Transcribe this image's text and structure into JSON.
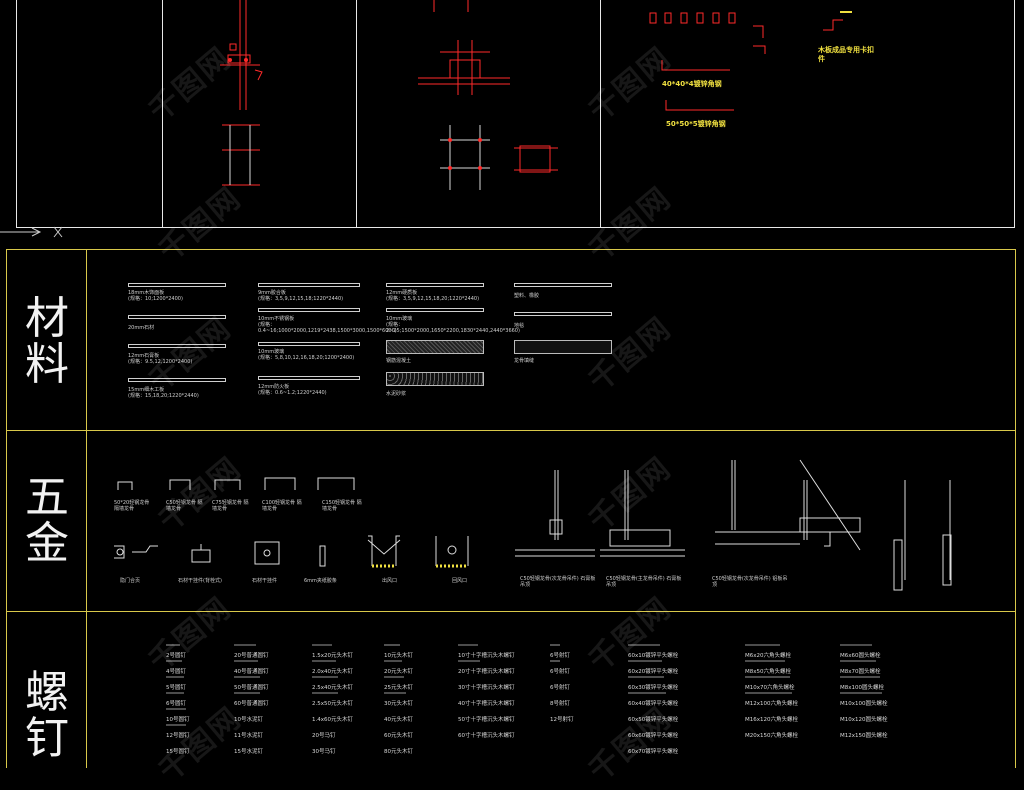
{
  "sections": {
    "materials": "材料",
    "hardware_line1": "五",
    "hardware_line2": "金",
    "screws_line1": "螺",
    "screws_line2": "钉"
  },
  "top_labels": {
    "wood_clip": "木板成品专用卡扣件",
    "angle_40": "40*40*4镀锌角钢",
    "angle_50": "50*50*5镀锌角钢"
  },
  "materials": [
    {
      "title": "18mm木饰面板",
      "spec": "(规格：10;1200*2400)"
    },
    {
      "title": "20mm石材",
      "spec": ""
    },
    {
      "title": "12mm石膏板",
      "spec": "(规格：9.5,12,1200*2400)"
    },
    {
      "title": "15mm细木工板",
      "spec": "(规格：15,18,20;1220*2440)"
    },
    {
      "title": "9mm胶合板",
      "spec": "(规格：3,5,9,12,15,18;1220*2440)"
    },
    {
      "title": "10mm不锈钢板",
      "spec": "(规格：0.4~16;1000*2000,1219*2438,1500*3000,1500*6000)"
    },
    {
      "title": "10mm玻璃",
      "spec": "(规格：5,8,10,12,16,18,20;1200*2400)"
    },
    {
      "title": "12mm防火板",
      "spec": "(规格：0.6~1.2;1220*2440)"
    },
    {
      "title": "12mm硬质板",
      "spec": "(规格：3,5,9,12,15,18,20;1220*2440)"
    },
    {
      "title": "10mm玻璃",
      "spec": "(规格：2~25;1500*2000,1650*2200,1830*2440,2440*3660)"
    },
    {
      "title": "钢筋混凝土",
      "spec": ""
    },
    {
      "title": "水泥砂浆",
      "spec": ""
    },
    {
      "title": "塑料、橡胶",
      "spec": ""
    },
    {
      "title": "地毯",
      "spec": ""
    },
    {
      "title": "龙骨填缝",
      "spec": ""
    }
  ],
  "hardware": [
    "50*20轻钢龙骨 隔墙龙骨",
    "C50轻钢龙骨 隔墙龙骨",
    "C75轻钢龙骨 隔墙龙骨",
    "C100轻钢龙骨 隔墙龙骨",
    "C150轻钢龙骨 隔墙龙骨",
    "隐门合页",
    "石材干挂件(背栓式)",
    "石材干挂件",
    "6mm夹纸胶条",
    "出风口",
    "回风口",
    "C50轻钢龙骨(次龙骨吊件) 石膏板吊顶",
    "C50轻钢龙骨(主龙骨吊件) 石膏板吊顶",
    "C50轻钢龙骨(次龙骨吊件) 铝板吊顶"
  ],
  "screws": [
    [
      "2号圆钉",
      "4号圆钉",
      "5号圆钉",
      "6号圆钉",
      "10号圆钉",
      "12号圆钉",
      "15号圆钉"
    ],
    [
      "20号普通圆钉",
      "40号普通圆钉",
      "50号普通圆钉",
      "60号普通圆钉",
      "10号水泥钉",
      "11号水泥钉",
      "15号水泥钉"
    ],
    [
      "1.5x20元头木钉",
      "2.0x40元头木钉",
      "2.5x40元头木钉",
      "2.5x50元头木钉",
      "1.4x60元头木钉",
      "20号马钉",
      "30号马钉"
    ],
    [
      "10元头木钉",
      "20元头木钉",
      "25元头木钉",
      "30元头木钉",
      "40元头木钉",
      "60元头木钉",
      "80元头木钉"
    ],
    [
      "10寸十字槽沉头木螺钉",
      "20寸十字槽沉头木螺钉",
      "30寸十字槽沉头木螺钉",
      "40寸十字槽沉头木螺钉",
      "50寸十字槽沉头木螺钉",
      "60寸十字槽沉头木螺钉"
    ],
    [
      "6号射钉",
      "6号射钉",
      "6号射钉",
      "8号射钉",
      "12号射钉"
    ],
    [
      "60x10镀锌平头螺栓",
      "60x20镀锌平头螺栓",
      "60x30镀锌平头螺栓",
      "60x40镀锌平头螺栓",
      "60x50镀锌平头螺栓",
      "60x60镀锌平头螺栓",
      "60x70镀锌平头螺栓"
    ],
    [
      "M6x20六角头螺栓",
      "M8x50六角头螺栓",
      "M10x70六角头螺栓",
      "M12x100六角头螺栓",
      "M16x120六角头螺栓",
      "M20x150六角头螺栓"
    ],
    [
      "M6x60圆头螺栓",
      "M8x70圆头螺栓",
      "M8x100圆头螺栓",
      "M10x100圆头螺栓",
      "M10x120圆头螺栓",
      "M12x150圆头螺栓"
    ]
  ],
  "watermark": "千图网"
}
